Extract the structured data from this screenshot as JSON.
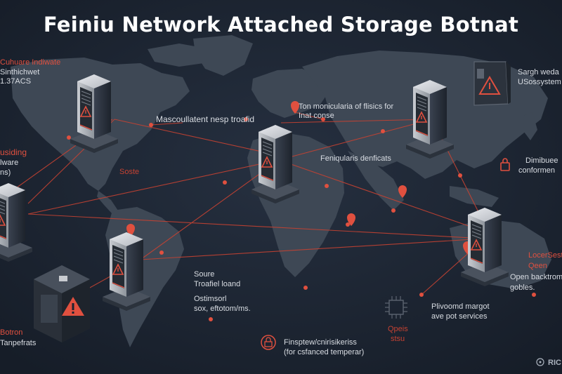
{
  "title": "Feiniu Network Attached Storage Botnat",
  "colors": {
    "background": "#1a2230",
    "continent": "#3e4855",
    "accent": "#e0503f",
    "text": "#d9dde3"
  },
  "labels": {
    "topleft_1": "Cuhuare Indiwate",
    "topleft_2": "Sinthichwet",
    "topleft_3": "1.37ACS",
    "top_center_left": "Mascoullatent nesp troafid",
    "top_center_right_1": "Ton monicularia of flisics for",
    "top_center_right_2": "Inat conse",
    "top_right_1": "Sargh weda",
    "top_right_2": "USossystem",
    "left_1": "usiding",
    "left_2": "lware",
    "left_3": "ns)",
    "left_red_small": "Soste",
    "center": "Feniqularis denficats",
    "right_1": "Dimibuee",
    "right_2": "conformen",
    "right_red_1": "LocerSest",
    "right_red_2": "Qeen",
    "right_3": "Open backtrom",
    "right_4": "gobles.",
    "lower_center_1": "Soure",
    "lower_center_2": "Troafiel loand",
    "lower_center_3": "Ostimsorl",
    "lower_center_4": "sox, eftotom/ms.",
    "lower_right_1": "Plivoomd margot",
    "lower_right_2": "ave pot services",
    "lower_right_red": "Qpeis",
    "lower_right_red_2": "stsu",
    "bottom_left_red": "Botron",
    "bottom_left": "Tanpefrats",
    "bottom_center_1": "Finsptew/cnirisikeriss",
    "bottom_center_2": "(for csfanced temperar)",
    "corner_logo": "RIC"
  }
}
